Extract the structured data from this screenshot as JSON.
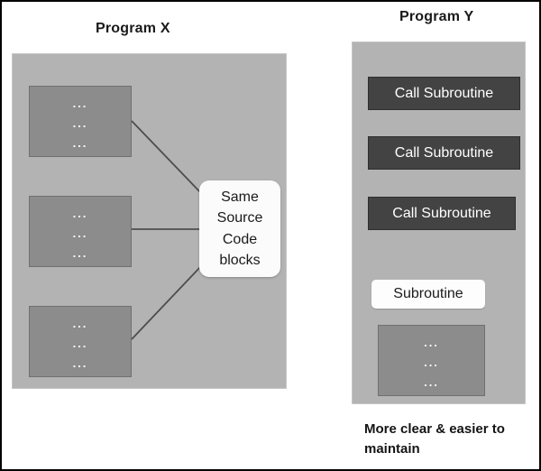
{
  "diagram": {
    "left_panel": {
      "title": "Program X",
      "blocks": [
        {
          "name": "code-block-1",
          "dots": [
            "...",
            "...",
            "..."
          ]
        },
        {
          "name": "code-block-2",
          "dots": [
            "...",
            "...",
            "..."
          ]
        },
        {
          "name": "code-block-3",
          "dots": [
            "...",
            "...",
            "..."
          ]
        }
      ],
      "callout": {
        "lines": [
          "Same",
          "Source",
          "Code",
          "blocks"
        ]
      }
    },
    "right_panel": {
      "title": "Program Y",
      "calls": [
        {
          "label": "Call Subroutine"
        },
        {
          "label": "Call Subroutine"
        },
        {
          "label": "Call Subroutine"
        }
      ],
      "subroutine_label": "Subroutine",
      "subroutine_block": {
        "dots": [
          "...",
          "...",
          "..."
        ]
      },
      "caption": "More clear & easier to maintain"
    }
  },
  "colors": {
    "panel_fill": "#b3b3b3",
    "code_block_fill": "#8c8c8c",
    "call_bar_fill": "#434343",
    "callout_fill": "#fbfbfb",
    "connector_line": "#4d4d4d",
    "text_dark": "#1a1a1a",
    "text_light": "#ffffff",
    "page_background": "#ffffff",
    "border": "#000000"
  }
}
